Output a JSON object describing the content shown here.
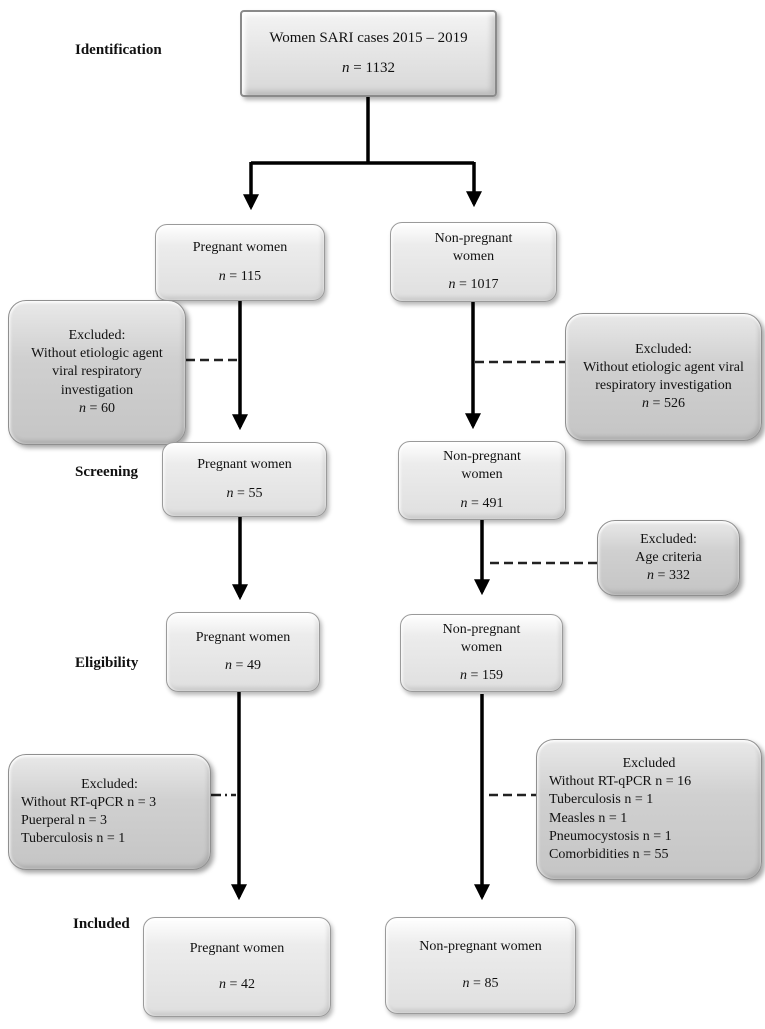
{
  "title": "Women SARI study flow diagram",
  "stage_labels": [
    {
      "text": "Identification"
    },
    {
      "text": "Screening"
    },
    {
      "text": "Eligibility"
    },
    {
      "text": "Included"
    }
  ],
  "nodes": {
    "top": {
      "lines": [
        "Women SARI cases 2015 – 2019",
        "n = 1132"
      ]
    },
    "preg_115": {
      "lines": [
        "Pregnant women",
        "n = 115"
      ]
    },
    "nonpreg_1017": {
      "lines": [
        "Non-pregnant women",
        "n = 1017"
      ]
    },
    "excl_left_1": {
      "lines": [
        "Excluded:",
        "Without etiologic agent viral respiratory investigation",
        "n = 60"
      ]
    },
    "excl_right_1": {
      "lines": [
        "Excluded:",
        "Without etiologic agent viral respiratory investigation",
        "n = 526"
      ]
    },
    "preg_55": {
      "lines": [
        "Pregnant women",
        "n = 55"
      ]
    },
    "nonpreg_491": {
      "lines": [
        "Non-pregnant women",
        "n = 491"
      ]
    },
    "excl_age": {
      "lines": [
        "Excluded:",
        "Age criteria",
        "n = 332"
      ]
    },
    "preg_49": {
      "lines": [
        "Pregnant women",
        "n = 49"
      ]
    },
    "nonpreg_159": {
      "lines": [
        "Non-pregnant women",
        "n = 159"
      ]
    },
    "excl_left_2": {
      "lines": [
        "Excluded:",
        "Without RT-qPCR n = 3",
        "Puerperal n = 3",
        "Tuberculosis n = 1"
      ]
    },
    "excl_right_2": {
      "lines": [
        "Excluded",
        "Without RT-qPCR n = 16",
        "Tuberculosis n = 1",
        "Measles n = 1",
        "Pneumocystosis n = 1",
        "Comorbidities n = 55"
      ]
    },
    "preg_42": {
      "lines": [
        "Pregnant women",
        "n = 42"
      ]
    },
    "nonpreg_85": {
      "lines": [
        "Non-pregnant women",
        "n = 85"
      ]
    }
  },
  "colors": {
    "flow_box_fill": "#e6e6e6",
    "excluded_box_fill": "#c9c9c9",
    "line_color": "#000000",
    "text_color": "#111111",
    "background": "#ffffff"
  }
}
